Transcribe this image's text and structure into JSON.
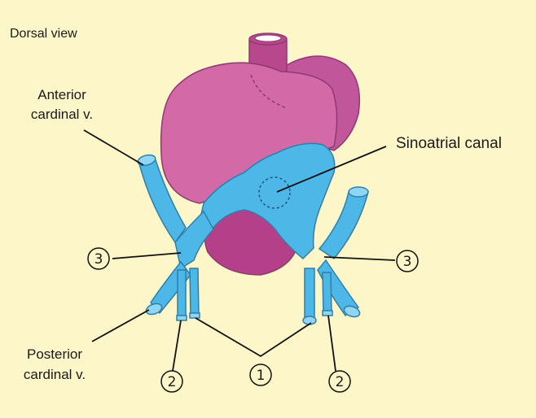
{
  "view_label": "Dorsal view",
  "labels": {
    "anterior_cardinal_line1": "Anterior",
    "anterior_cardinal_line2": "cardinal v.",
    "posterior_cardinal_line1": "Posterior",
    "posterior_cardinal_line2": "cardinal v.",
    "sinoatrial_canal": "Sinoatrial canal"
  },
  "markers": {
    "left_common_cardinal": "3",
    "right_common_cardinal": "3",
    "left_umbilical": "2",
    "right_umbilical": "2",
    "vitelline": "1"
  },
  "colors": {
    "background": "#fdf6c9",
    "heart": "#d469a8",
    "heart_dark": "#b04a8a",
    "sinus_venosus": "#4db7e8",
    "sinus_venosus_light": "#8fd6f5"
  }
}
